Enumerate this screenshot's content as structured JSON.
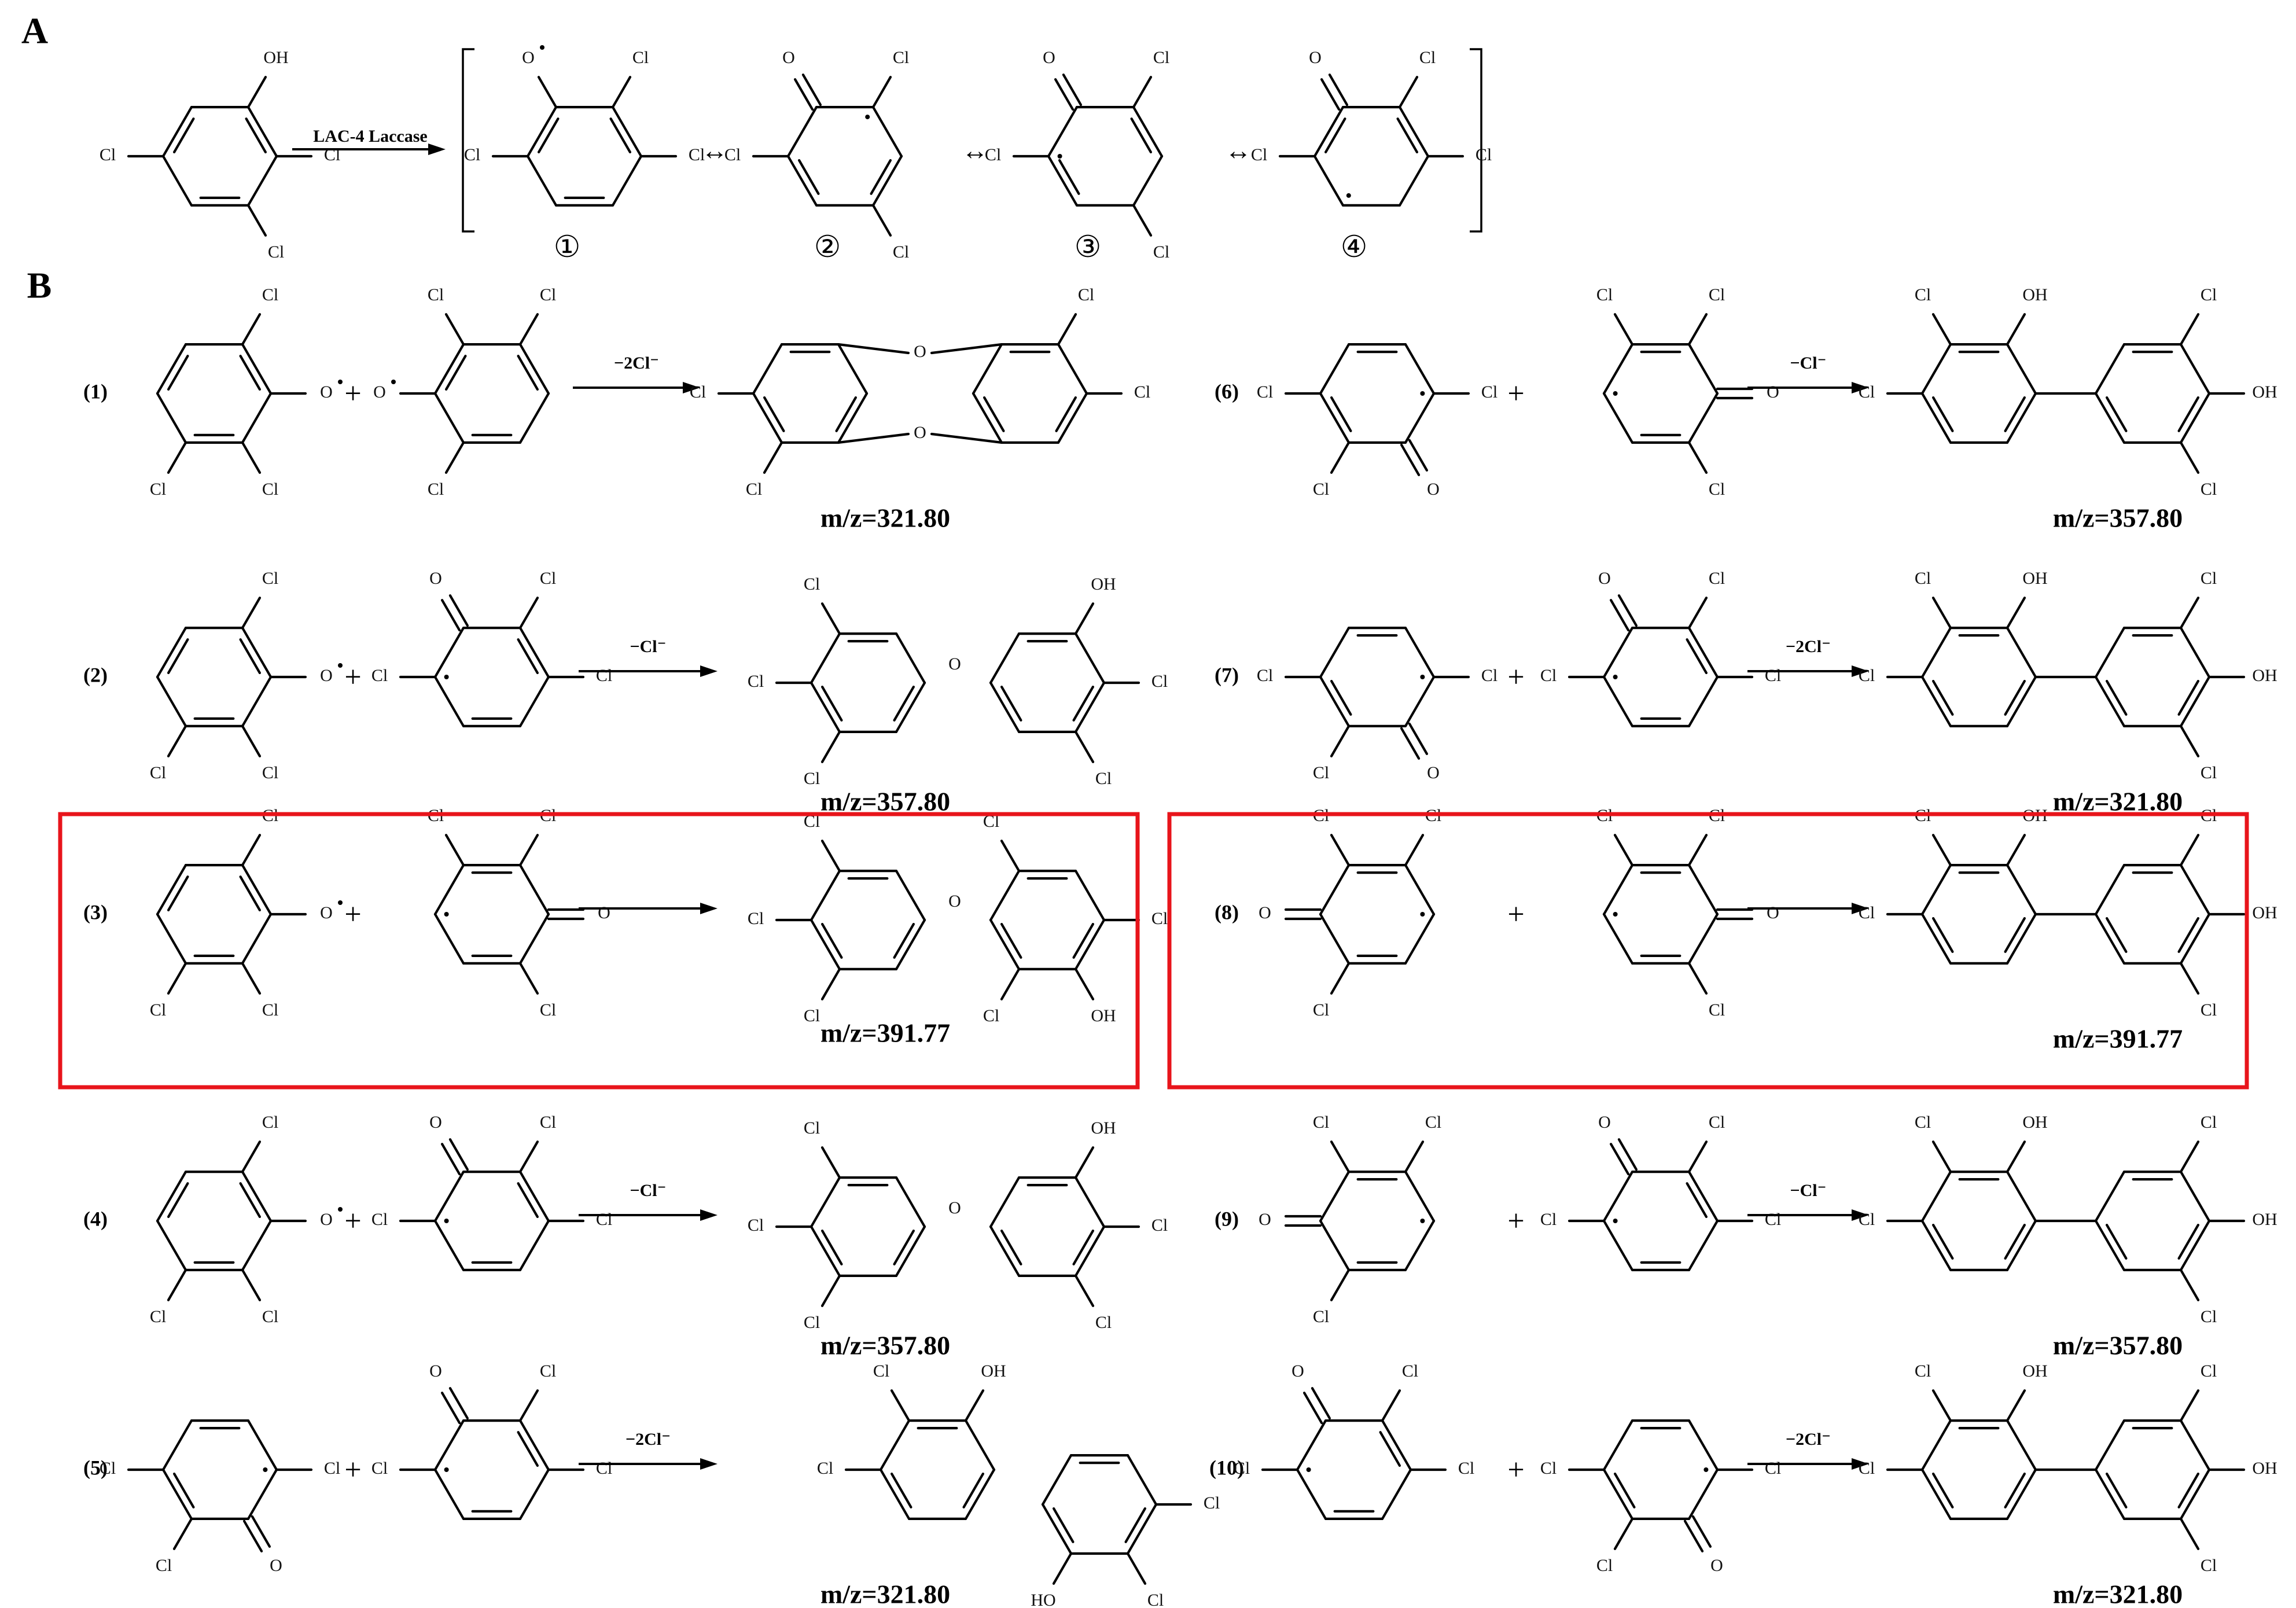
{
  "panels": [
    {
      "label": "A"
    },
    {
      "label": "B"
    }
  ],
  "panel_a": {
    "reagent": {
      "atoms": [
        "OH",
        "Cl",
        "Cl",
        "Cl"
      ]
    },
    "condition": "LAC-4 Laccase",
    "resonance_forms": [
      {
        "number": "①",
        "atoms": [
          "O",
          "Cl",
          "Cl",
          "Cl"
        ]
      },
      {
        "number": "②",
        "atoms": [
          "O",
          "Cl",
          "Cl",
          "Cl"
        ]
      },
      {
        "number": "③",
        "atoms": [
          "O",
          "Cl",
          "Cl",
          "Cl"
        ]
      },
      {
        "number": "④",
        "atoms": [
          "O",
          "Cl",
          "Cl",
          "Cl"
        ]
      }
    ],
    "resonance_symbol": "↔"
  },
  "reactions": [
    {
      "number": "(1)",
      "condition": "−2Cl⁻",
      "mz": "m/z=321.80",
      "highlighted": false
    },
    {
      "number": "(2)",
      "condition": "−Cl⁻",
      "mz": "m/z=357.80",
      "highlighted": false
    },
    {
      "number": "(3)",
      "condition": "",
      "mz": "m/z=391.77",
      "highlighted": true
    },
    {
      "number": "(4)",
      "condition": "−Cl⁻",
      "mz": "m/z=357.80",
      "highlighted": false
    },
    {
      "number": "(5)",
      "condition": "−2Cl⁻",
      "mz": "m/z=321.80",
      "highlighted": false
    },
    {
      "number": "(6)",
      "condition": "−Cl⁻",
      "mz": "m/z=357.80",
      "highlighted": false
    },
    {
      "number": "(7)",
      "condition": "−2Cl⁻",
      "mz": "m/z=321.80",
      "highlighted": false
    },
    {
      "number": "(8)",
      "condition": "",
      "mz": "m/z=391.77",
      "highlighted": true
    },
    {
      "number": "(9)",
      "condition": "−Cl⁻",
      "mz": "m/z=357.80",
      "highlighted": false
    },
    {
      "number": "(10)",
      "condition": "−2Cl⁻",
      "mz": "m/z=321.80",
      "highlighted": false
    }
  ],
  "plus_sign": "+",
  "atom_labels": {
    "chlorine": "Cl",
    "oxygen": "O",
    "hydroxyl": "OH",
    "hydroxyl_left": "HO"
  }
}
